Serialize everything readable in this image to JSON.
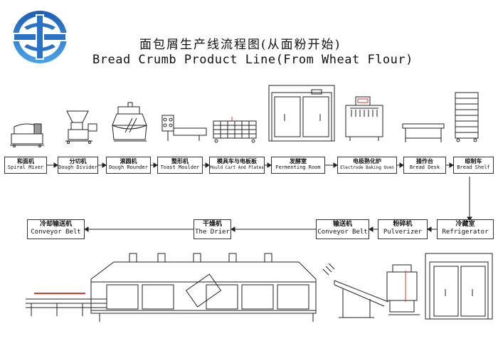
{
  "title": {
    "chinese": "面包屑生产线流程图(从面粉开始)",
    "english": "Bread Crumb Product Line(From Wheat Flour)"
  },
  "logo": {
    "icon": "company-logo",
    "colors": [
      "#1e5fb4",
      "#4aa3e8"
    ]
  },
  "row1_steps": [
    {
      "cn": "和面机",
      "en": "Spiral Mixer"
    },
    {
      "cn": "分切机",
      "en": "Dough Divider"
    },
    {
      "cn": "滚圆机",
      "en": "Dough Rounder"
    },
    {
      "cn": "整形机",
      "en": "Toast Moulder"
    },
    {
      "cn": "模具车与电板板",
      "en": "Mould Cart And Plates"
    },
    {
      "cn": "发酵室",
      "en": "Fermenting Room"
    },
    {
      "cn": "电极熟化炉",
      "en": "Electrode Baking Oven"
    },
    {
      "cn": "操作台",
      "en": "Bread Desk"
    },
    {
      "cn": "晾制车",
      "en": "Bread Shelf"
    }
  ],
  "row2_steps": [
    {
      "cn": "冷却输送机",
      "en": "Conveyor Belt"
    },
    {
      "cn": "干燥机",
      "en": "The Drier"
    },
    {
      "cn": "输送机",
      "en": "Conveyor Belt"
    },
    {
      "cn": "粉碎机",
      "en": "Pulverizer"
    },
    {
      "cn": "冷藏室",
      "en": "Refrigerator"
    }
  ],
  "accent_color": "#d33"
}
